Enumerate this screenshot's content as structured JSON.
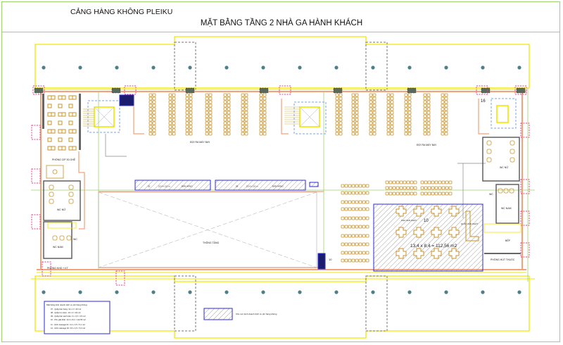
{
  "header": {
    "organization": "CẢNG HÀNG KHÔNG PLEIKU",
    "drawing_title": "MẶT BẰNG TẦNG 2 NHÀ GA HÀNH KHÁCH"
  },
  "rooms": {
    "cip_lounge": "PHÒNG CIP 30 GHẾ",
    "wc_female_left": "WC NỮ",
    "wc_male_left": "WC NAM",
    "wc_small_left": "WC",
    "staff_room_left": "PHÒNG KHO + KT",
    "waiting_left": "ĐỢI RA MÁY BAY",
    "waiting_right": "ĐỢI RA MÁY BAY",
    "void": "THÔNG TẦNG",
    "wc_female_right": "WC NỮ",
    "wc_male_right": "WC NAM",
    "wc_small_right": "WC",
    "storage_right": "BẾP",
    "smoking_room": "PHÒNG HÚT THUỐC",
    "counter_left_a": "02",
    "counter_left_b": "13,4 x 2,0 m",
    "counter_left_c": "BÁN HÀNG",
    "counter_right_a": "08",
    "counter_right_b": "13,4 x 2,0 m",
    "counter_right_c": "BÁN HÀNG",
    "food_court_label": "KHU GIẢI KHÁT",
    "food_court_number": "10",
    "food_court_area": "13,4 x 8,4 = 112,56 m2",
    "bar_counter": "QUẦY GIẢI KHÁT",
    "stair_right_number": "16",
    "elevator_number": "10"
  },
  "legend": {
    "title": "Mặt bằng kinh doanh dịch vụ phi hàng không:",
    "items": [
      "07 - Quầy bán hàng: 10 x 2 = 20 m2",
      "08 - Quầy lưu niệm: 10 x 2 = 20 m2",
      "09 - Quầy bán sách báo: 3 x 1,5 = 4,5 m2",
      "10 - Khu giải khát: 13,4 x 8,4 = 112,56 m2",
      "11 - Ghế massage 01: 3,4 x 1,5 = 5,1 m2",
      "12 - Ghế massage 02: 3,5 x 1,5 = 5,3 m2"
    ],
    "hatch_key": "Khu vực kinh doanh dịch vụ phi hàng không"
  }
}
